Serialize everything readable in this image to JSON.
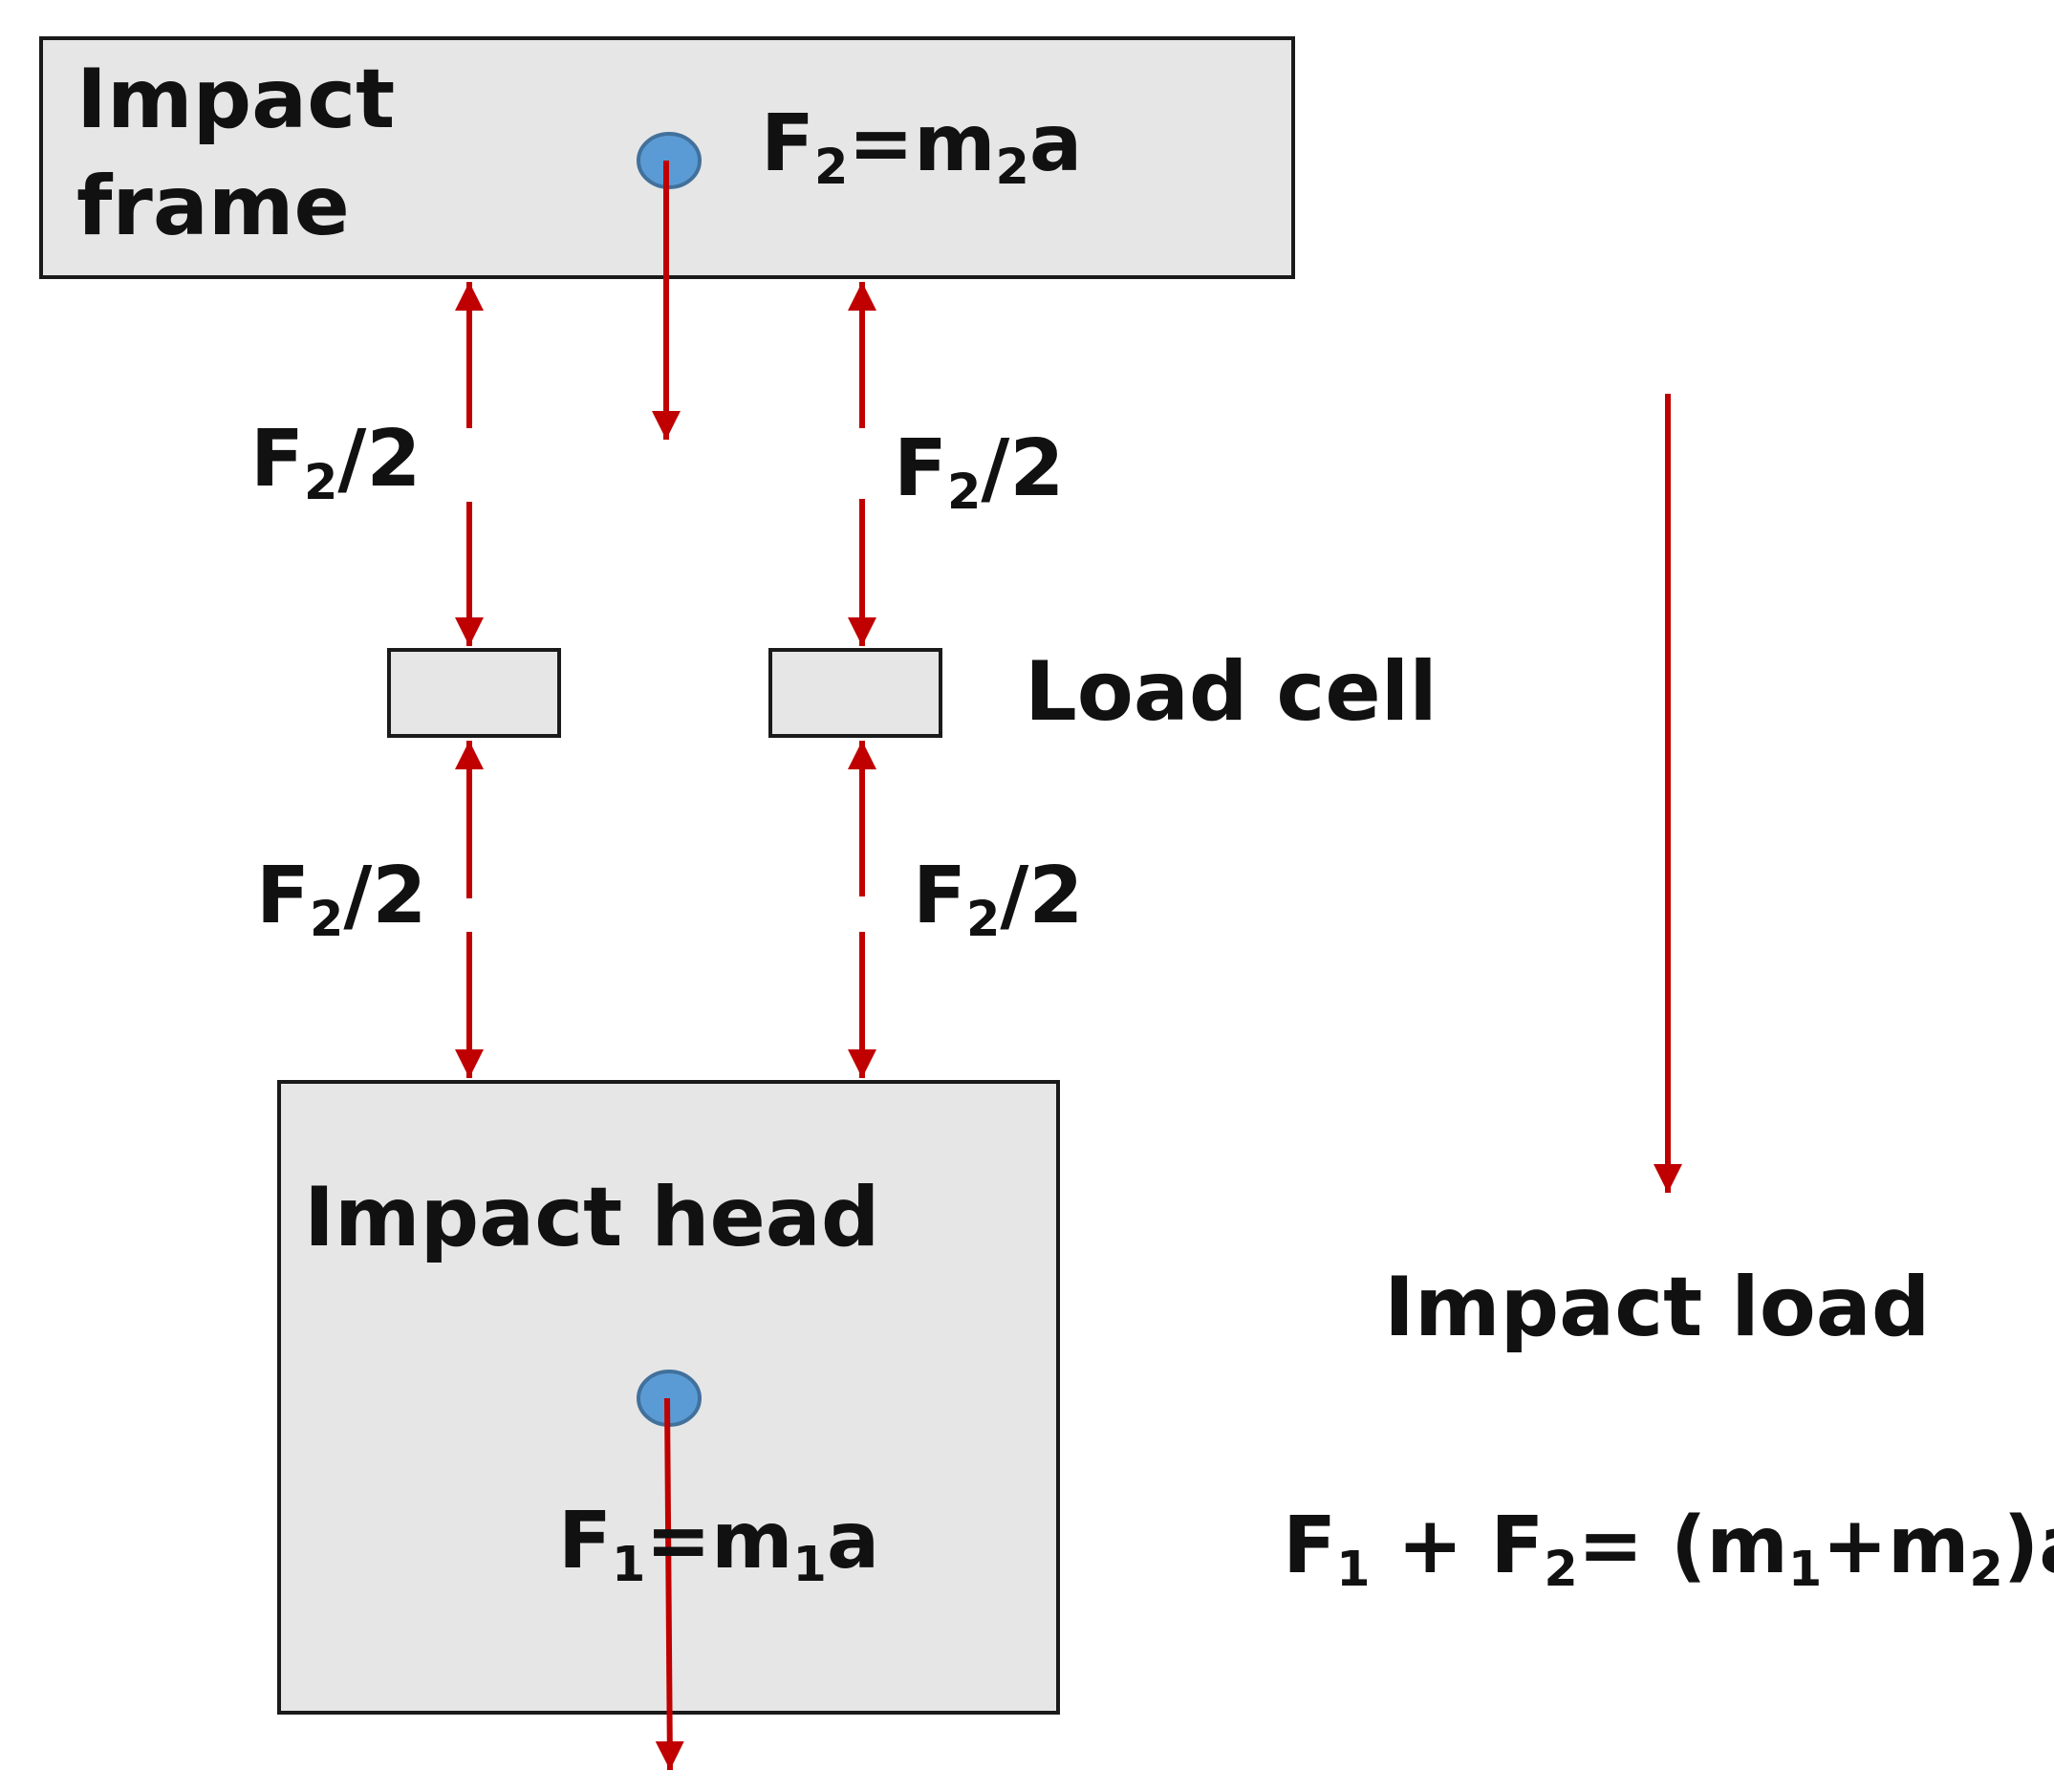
{
  "impact_frame": {
    "label_line1": "Impact",
    "label_line2": "frame",
    "equation": {
      "f": "F",
      "f_sub": "2",
      "eq": "=m",
      "m_sub": "2",
      "rest": "a"
    }
  },
  "load_cell": {
    "label": "Load cell"
  },
  "upper_forces": {
    "left": {
      "f": "F",
      "sub": "2",
      "rest": "/2"
    },
    "right": {
      "f": "F",
      "sub": "2",
      "rest": "/2"
    }
  },
  "lower_forces": {
    "left": {
      "f": "F",
      "sub": "2",
      "rest": "/2"
    },
    "right": {
      "f": "F",
      "sub": "2",
      "rest": "/2"
    }
  },
  "impact_head": {
    "label": "Impact head",
    "equation": {
      "f": "F",
      "f_sub": "1",
      "eq": "=m",
      "m_sub": "1",
      "rest": "a"
    }
  },
  "impact_load": {
    "label": "Impact load",
    "equation": {
      "f1": "F",
      "f1_sub": "1",
      "plus": " + ",
      "f2": "F",
      "f2_sub": "2",
      "eq": "= (m",
      "m1_sub": "1",
      "plus2": "+m",
      "m2_sub": "2",
      "rest": ")a"
    }
  },
  "colors": {
    "arrow": "#c00000",
    "box_fill": "#e6e6e6",
    "box_stroke": "#1a1a1a",
    "dot_fill": "#5b9bd5",
    "dot_stroke": "#41719c"
  }
}
